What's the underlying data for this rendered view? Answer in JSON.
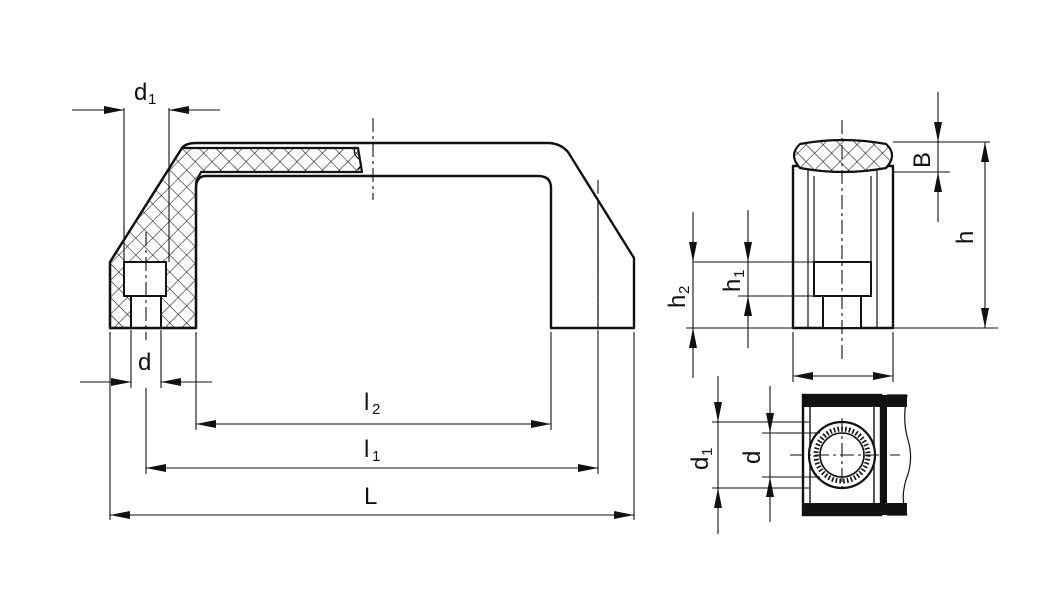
{
  "labels": {
    "d1": "d",
    "d1_sub": "1",
    "d": "d",
    "l2": "l",
    "l2_sub": "2",
    "l1": "l",
    "l1_sub": "1",
    "L": "L",
    "B": "B",
    "h": "h",
    "h1": "h",
    "h1_sub": "1",
    "h2": "h",
    "h2_sub": "2",
    "bottom_d1": "d",
    "bottom_d1_sub": "1",
    "bottom_d": "d"
  }
}
